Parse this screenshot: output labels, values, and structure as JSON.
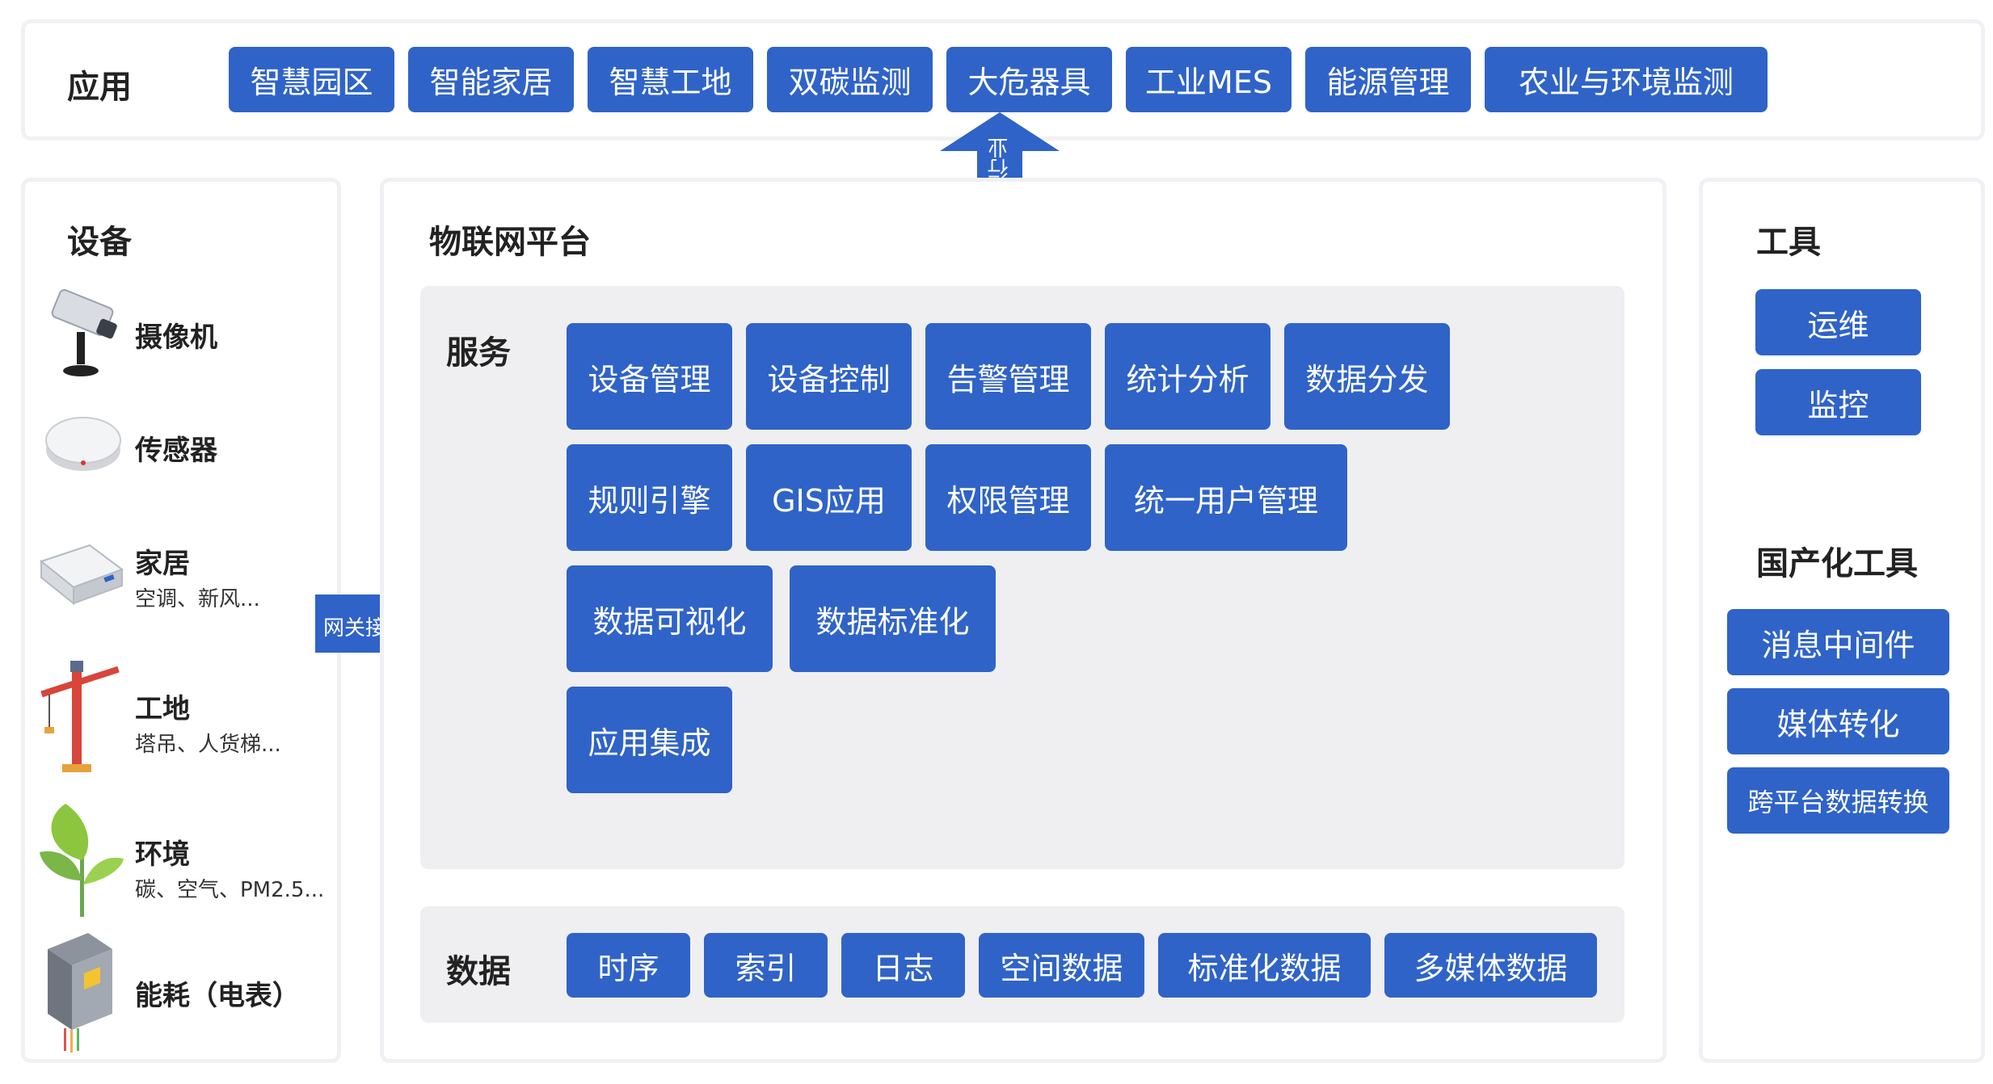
{
  "app": {
    "title": "应用",
    "items": [
      "智慧园区",
      "智能家居",
      "智慧工地",
      "双碳监测",
      "大危器具",
      "工业MES",
      "能源管理",
      "农业与环境监测"
    ]
  },
  "industry_arrow": {
    "label": "行业"
  },
  "gateway_arrow": {
    "label": "网关接入"
  },
  "devices": {
    "title": "设备",
    "items": [
      {
        "name": "摄像机",
        "sub": "",
        "icon": "camera-icon"
      },
      {
        "name": "传感器",
        "sub": "",
        "icon": "sensor-icon"
      },
      {
        "name": "家居",
        "sub": "空调、新风...",
        "icon": "air-conditioner-icon"
      },
      {
        "name": "工地",
        "sub": "塔吊、人货梯...",
        "icon": "tower-crane-icon"
      },
      {
        "name": "环境",
        "sub": "碳、空气、PM2.5...",
        "icon": "plant-icon"
      },
      {
        "name": "能耗（电表）",
        "sub": "",
        "icon": "electric-meter-icon"
      }
    ]
  },
  "platform": {
    "title": "物联网平台",
    "services": {
      "title": "服务",
      "row1": [
        "设备管理",
        "设备控制",
        "告警管理",
        "统计分析",
        "数据分发"
      ],
      "row2": [
        "规则引擎",
        "GIS应用",
        "权限管理",
        "统一用户管理"
      ],
      "row3": [
        "数据可视化",
        "数据标准化"
      ],
      "row4": [
        "应用集成"
      ]
    },
    "data": {
      "title": "数据",
      "items": [
        "时序",
        "索引",
        "日志",
        "空间数据",
        "标准化数据",
        "多媒体数据"
      ]
    }
  },
  "tools": {
    "title": "工具",
    "items": [
      "运维",
      "监控"
    ],
    "domestic_title": "国产化工具",
    "domestic_items": [
      "消息中间件",
      "媒体转化",
      "跨平台数据转换"
    ]
  },
  "colors": {
    "accent": "#2f63c8",
    "panel_border": "#f0f1f4",
    "inner_bg": "#efeff2"
  }
}
